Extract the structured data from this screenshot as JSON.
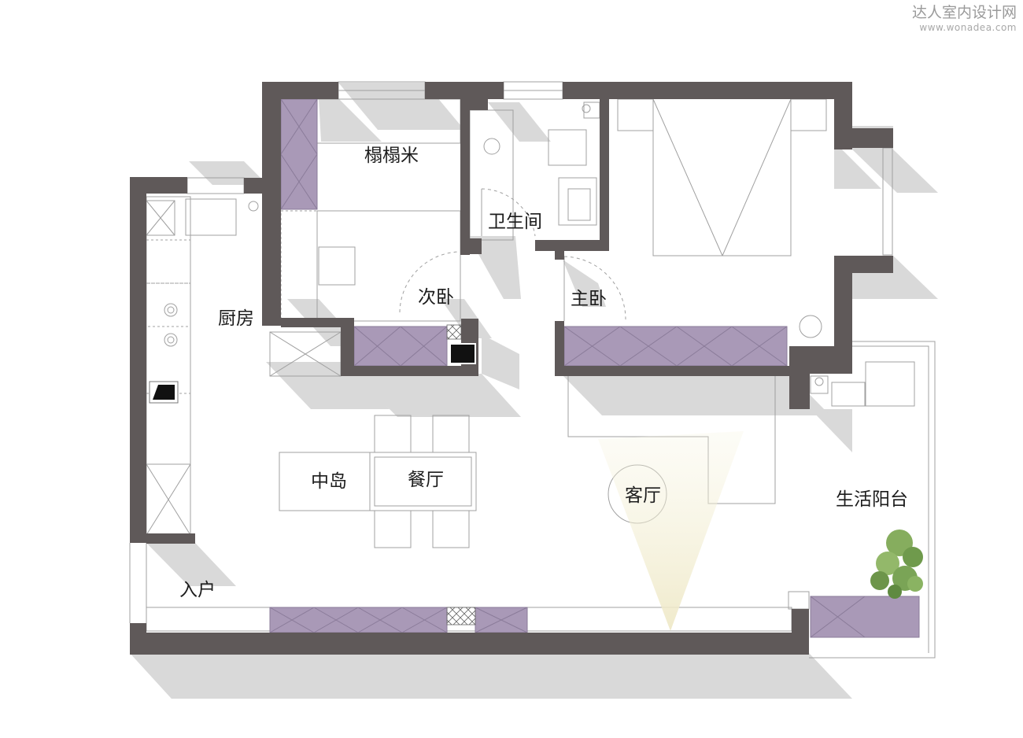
{
  "watermark": {
    "title": "达人室内设计网",
    "url": "www.wonadea.com"
  },
  "rooms": {
    "tatami": "榻榻米",
    "bathroom": "卫生间",
    "second_bedroom": "次卧",
    "master_bedroom": "主卧",
    "kitchen": "厨房",
    "island": "中岛",
    "dining": "餐厅",
    "living": "客厅",
    "balcony": "生活阳台",
    "entrance": "入户"
  },
  "colors": {
    "wall": "#5f5959",
    "cabinet_purple": "#a999b7",
    "shadow": "#d7d7d7",
    "line": "#9a9a9a",
    "plant": "#7fa85a"
  }
}
